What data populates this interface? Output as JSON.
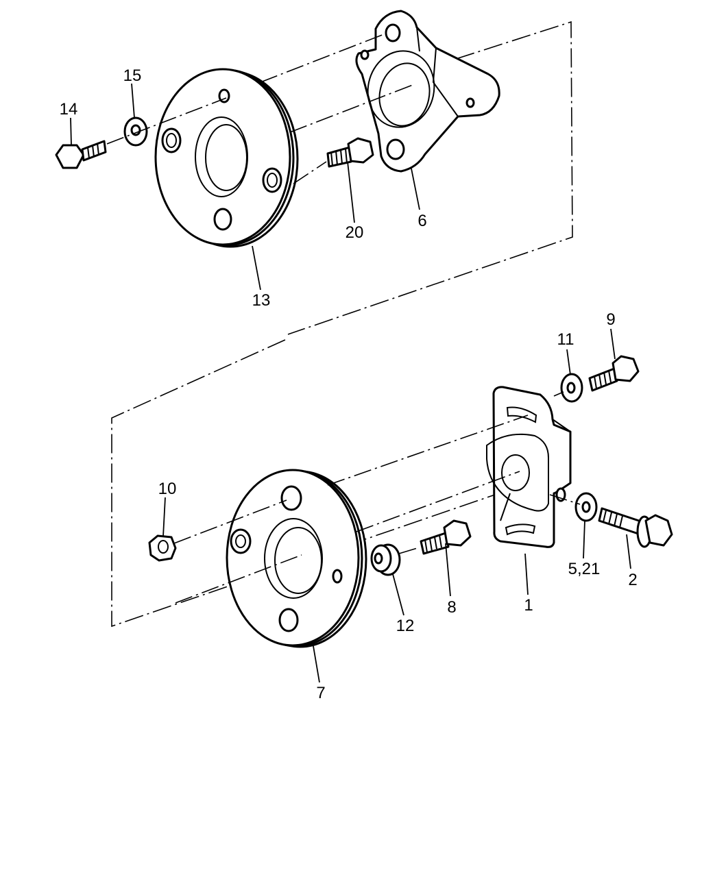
{
  "callouts": {
    "c14": "14",
    "c15": "15",
    "c20": "20",
    "c6": "6",
    "c13": "13",
    "c11": "11",
    "c9": "9",
    "c10": "10",
    "c1": "1",
    "c8": "8",
    "c12": "12",
    "c7": "7",
    "c5_21": "5,21",
    "c2": "2"
  },
  "colors": {
    "ink": "#000000",
    "paper": "#ffffff"
  }
}
